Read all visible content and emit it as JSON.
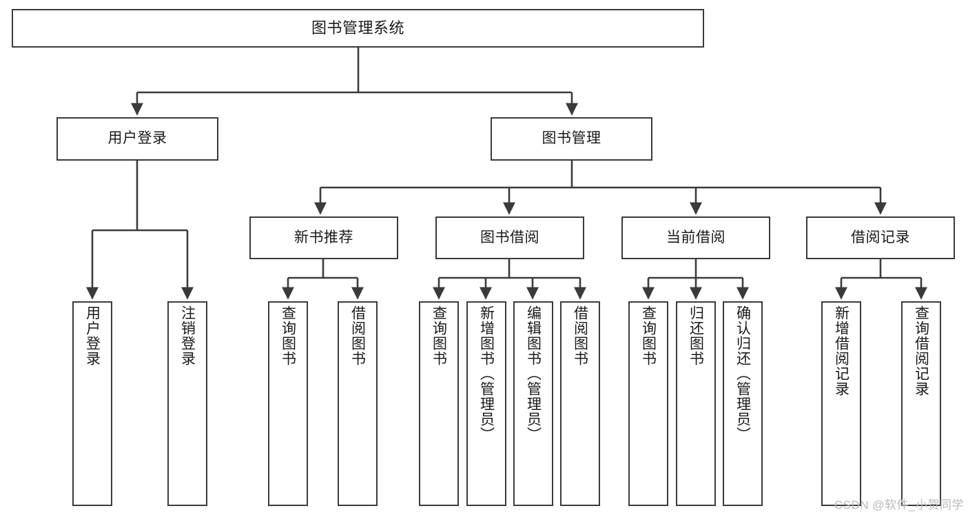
{
  "diagram": {
    "title": "图书管理系统",
    "type": "functional-structure-tree",
    "watermark": "CSDN @软件_小贺同学",
    "colors": {
      "background": "#ffffff",
      "node_border": "#3a3a3a",
      "node_fill": "#ffffff",
      "edge": "#3a3a3a",
      "text": "#1a1a1a",
      "watermark": "#b9b9b9"
    },
    "nodes": {
      "root": {
        "label": "图书管理系统"
      },
      "level2": [
        {
          "label": "用户登录"
        },
        {
          "label": "图书管理"
        }
      ],
      "level3": [
        {
          "label": "新书推荐"
        },
        {
          "label": "图书借阅"
        },
        {
          "label": "当前借阅"
        },
        {
          "label": "借阅记录"
        }
      ],
      "leaves": {
        "user_login": [
          {
            "label": "用户登录"
          },
          {
            "label": "注销登录"
          }
        ],
        "new_book": [
          {
            "label": "查询图书"
          },
          {
            "label": "借阅图书"
          }
        ],
        "book_borrow": [
          {
            "label": "查询图书"
          },
          {
            "label": "新增图书（管理员）"
          },
          {
            "label": "编辑图书（管理员）"
          },
          {
            "label": "借阅图书"
          }
        ],
        "current_borrow": [
          {
            "label": "查询图书"
          },
          {
            "label": "归还图书"
          },
          {
            "label": "确认归还（管理员）"
          }
        ],
        "borrow_record": [
          {
            "label": "新增借阅记录"
          },
          {
            "label": "查询借阅记录"
          }
        ]
      }
    }
  }
}
